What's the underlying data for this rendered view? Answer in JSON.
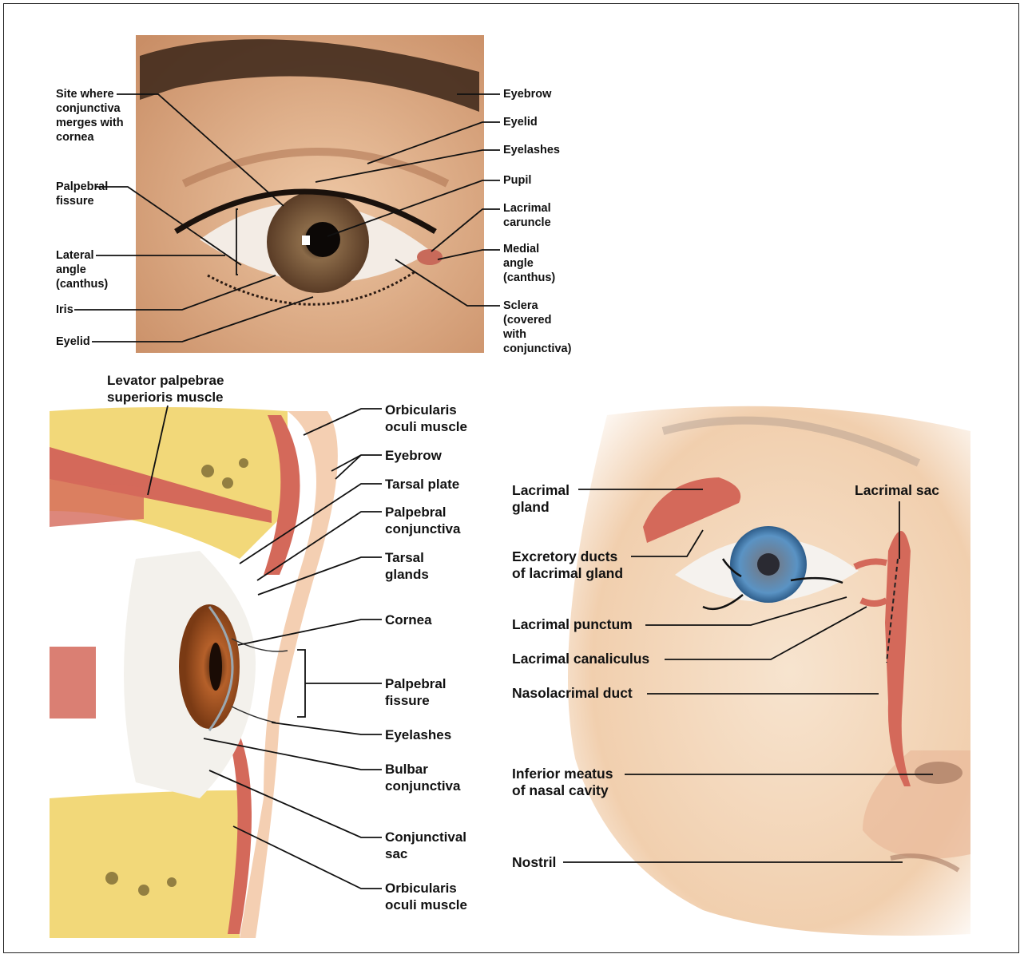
{
  "panels": {
    "photo": {
      "labels": {
        "site_where": "Site where\nconjunctiva\nmerges with\ncornea",
        "palpebral_fissure": "Palpebral\nfissure",
        "lateral_angle": "Lateral\nangle\n(canthus)",
        "iris": "Iris",
        "eyelid_lower": "Eyelid",
        "eyebrow": "Eyebrow",
        "eyelid_upper": "Eyelid",
        "eyelashes": "Eyelashes",
        "pupil": "Pupil",
        "lacrimal_caruncle": "Lacrimal\ncaruncle",
        "medial_angle": "Medial\nangle\n(canthus)",
        "sclera": "Sclera\n(covered\nwith\nconjunctiva)"
      }
    },
    "sagittal": {
      "labels": {
        "levator": "Levator palpebrae\nsuperioris muscle",
        "orbicularis_top": "Orbicularis\noculi muscle",
        "eyebrow": "Eyebrow",
        "tarsal_plate": "Tarsal plate",
        "palpebral_conjunctiva": "Palpebral\nconjunctiva",
        "tarsal_glands": "Tarsal\nglands",
        "cornea": "Cornea",
        "palpebral_fissure": "Palpebral\nfissure",
        "eyelashes": "Eyelashes",
        "bulbar_conjunctiva": "Bulbar\nconjunctiva",
        "conjunctival_sac": "Conjunctival\nsac",
        "orbicularis_bottom": "Orbicularis\noculi muscle"
      }
    },
    "lacrimal": {
      "labels": {
        "lacrimal_gland": "Lacrimal\ngland",
        "excretory_ducts": "Excretory ducts\nof lacrimal gland",
        "lacrimal_punctum": "Lacrimal punctum",
        "lacrimal_canaliculus": "Lacrimal canaliculus",
        "nasolacrimal_duct": "Nasolacrimal duct",
        "inferior_meatus": "Inferior meatus\nof nasal cavity",
        "nostril": "Nostril",
        "lacrimal_sac": "Lacrimal sac"
      }
    }
  },
  "colors": {
    "skin": "#e6bc98",
    "iris_brown": "#7a5234",
    "muscle": "#d4695a",
    "fat": "#f2d879",
    "iris_blue": "#5a8fb8"
  }
}
